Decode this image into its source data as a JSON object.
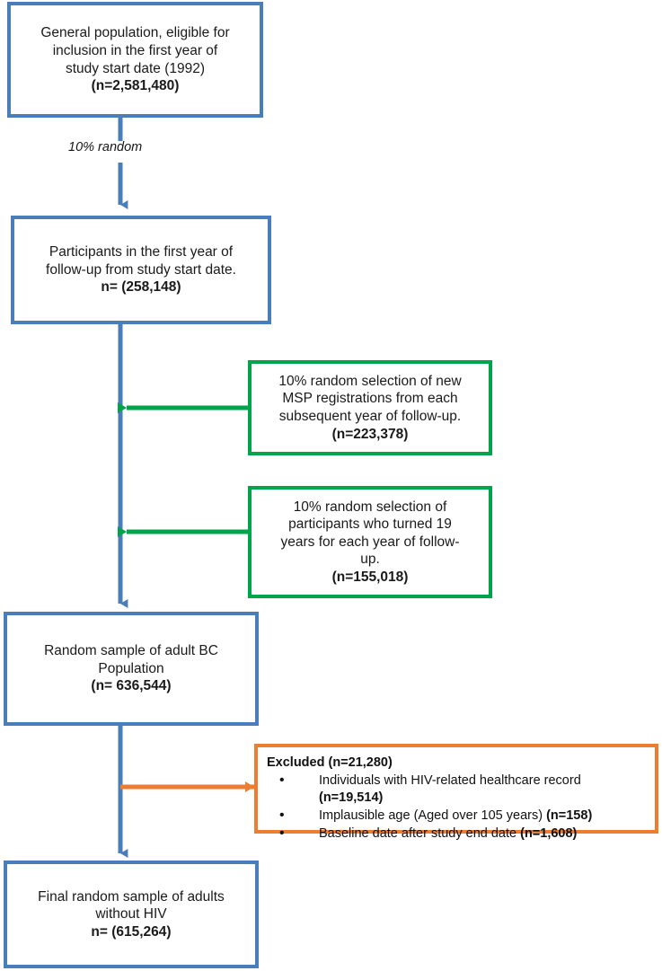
{
  "diagram": {
    "title": "Study population flow diagram",
    "colors": {
      "blue": "#4a7ebb",
      "green": "#00a44b",
      "orange": "#ed7d31",
      "text": "#1a1a1a",
      "background": "#ffffff"
    }
  },
  "nodes": {
    "general_population": {
      "text": "General population, eligible for\ninclusion in the first year of\nstudy start date (1992)",
      "count": "(n=2,581,480)"
    },
    "participants_first_year": {
      "text": "Participants in the first year of\nfollow-up from study start date.",
      "count": "n= (258,148)"
    },
    "msp_registrations": {
      "text": "10% random selection of new\nMSP registrations from each\nsubsequent year of follow-up.",
      "count": "(n=223,378)"
    },
    "turned_19": {
      "text": "10% random selection of\nparticipants who turned 19\nyears for each year of follow-\nup.",
      "count": "(n=155,018)"
    },
    "random_sample_bc": {
      "text": "Random sample of adult BC\nPopulation",
      "count": "(n= 636,544)"
    },
    "final_sample": {
      "text": "Final random sample of adults\nwithout HIV",
      "count": "n= (615,264)"
    }
  },
  "excluded": {
    "title": "Excluded (n=21,280)",
    "bullet": "•",
    "items": [
      {
        "label": "Individuals with HIV-related healthcare record",
        "count": "(n=19,514)",
        "count_on_new_line": true
      },
      {
        "label": "Implausible age (Aged over 105 years)",
        "count": "(n=158)",
        "count_on_new_line": false
      },
      {
        "label": "Baseline date after study end date",
        "count": "(n=1,608)",
        "count_on_new_line": false
      }
    ]
  },
  "edges": {
    "ten_percent_random": "10% random"
  }
}
